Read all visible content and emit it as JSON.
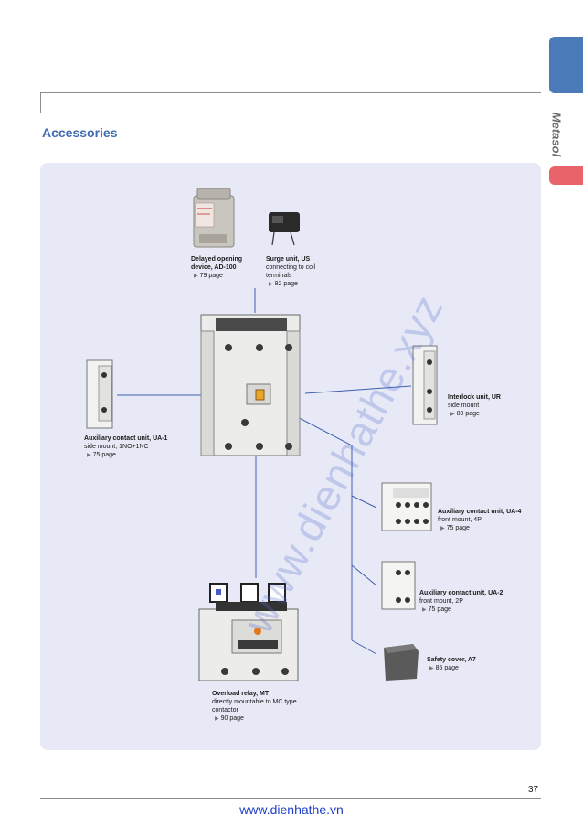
{
  "brand": {
    "name": "Metasol"
  },
  "section": {
    "title": "Accessories"
  },
  "items": {
    "ad100": {
      "title": "Delayed opening",
      "desc1": "device, AD-100",
      "page": "79 page"
    },
    "us": {
      "title": "Surge unit, US",
      "desc1": "connecting to coil",
      "desc2": "terminals",
      "page": "82 page"
    },
    "ur": {
      "title": "Interlock unit, UR",
      "desc1": "side mount",
      "page": "80 page"
    },
    "ua1": {
      "title": "Auxiliary contact unit, UA-1",
      "desc1": "side mount, 1NO+1NC",
      "page": "75 page"
    },
    "ua4": {
      "title": "Auxiliary contact unit, UA-4",
      "desc1": "front mount, 4P",
      "page": "75 page"
    },
    "ua2": {
      "title": "Auxiliary contact unit, UA-2",
      "desc1": "front mount, 2P",
      "page": "75 page"
    },
    "a7": {
      "title": "Safety cover, A7",
      "page": "85 page"
    },
    "mt": {
      "title": "Overload relay, MT",
      "desc1": "directly mountable to MC type",
      "desc2": "contactor",
      "page": "90 page"
    }
  },
  "watermark": "www.dienhathe.xyz",
  "footer": {
    "page_number": "37",
    "url": "www.dienhathe.vn"
  },
  "colors": {
    "accent_blue": "#3f6bb1",
    "tab_blue": "#4a7ab8",
    "tab_red": "#e9636a",
    "panel_bg": "#e7e9f6",
    "footer_link": "#1f3fc8"
  }
}
